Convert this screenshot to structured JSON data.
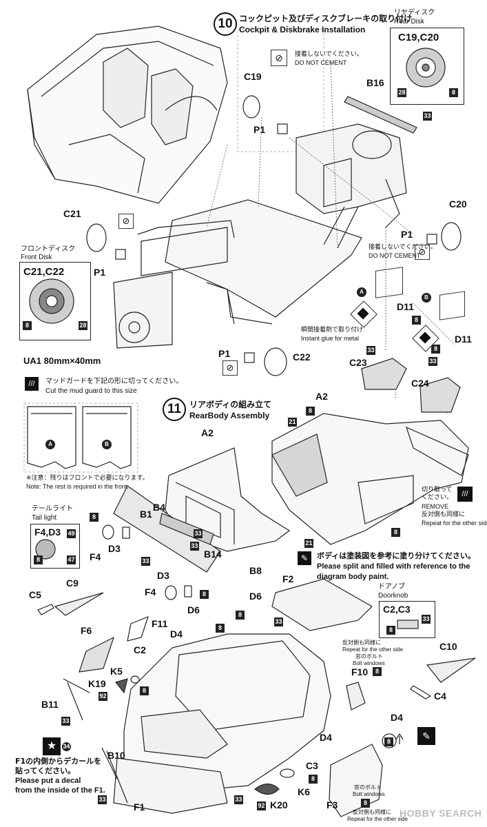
{
  "step10": {
    "number": "10",
    "title_jp": "コックピット及びディスクブレーキの取り付け",
    "title_en": "Cockpit & Diskbrake Installation"
  },
  "rear_disk": {
    "title_jp": "リヤディスク",
    "title_en": "Rear Disk",
    "parts": "C19,C20",
    "color_a": "28",
    "color_b": "8"
  },
  "front_disk": {
    "title_jp": "フロントディスク",
    "title_en": "Front Disk",
    "parts": "C21,C22",
    "color_a": "8",
    "color_b": "28"
  },
  "do_not_cement_jp": "接着しないでください。",
  "do_not_cement_en": "DO NOT CEMENT",
  "instant_glue_jp": "瞬間接着剤で取り付け",
  "instant_glue_en": "Instant glue for metal",
  "parts": {
    "b16": "B16",
    "c19": "C19",
    "p1": "P1",
    "c20": "C20",
    "c21": "C21",
    "c22": "C22",
    "d11": "D11",
    "c23": "C23",
    "c24": "C24",
    "a2": "A2",
    "b1": "B1",
    "b4": "B4",
    "b14": "B14",
    "b8": "B8",
    "d3": "D3",
    "f4": "F4",
    "c5": "C5",
    "c9": "C9",
    "f6": "F6",
    "f11": "F11",
    "d6": "D6",
    "d4": "D4",
    "c2": "C2",
    "k5": "K5",
    "k19": "K19",
    "b11": "B11",
    "b10": "B10",
    "f1": "F1",
    "k20": "K20",
    "k6": "K6",
    "c3": "C3",
    "f3": "F3",
    "f2": "F2",
    "f10": "F10",
    "c4": "C4",
    "c10": "C10"
  },
  "colors": {
    "c8": "8",
    "c33": "33",
    "c21": "21",
    "c92": "92",
    "c34": "34",
    "c49": "49",
    "c47": "47",
    "c28": "28"
  },
  "ua1": {
    "title": "UA1  80mm×40mm",
    "instr_jp": "マッドガードを下記の形に切ってください。",
    "instr_en": "Cut the mud guard to this size",
    "note_jp": "※注意：残りはフロントで必要になります。",
    "note_en": "Note: The rest is required in the front.",
    "a": "A",
    "b": "B"
  },
  "tail_light": {
    "title_jp": "テールライト",
    "title_en": "Tail light",
    "parts": "F4,D3"
  },
  "step11": {
    "number": "11",
    "title_jp": "リアボディの組み立て",
    "title_en": "RearBody Assembly"
  },
  "remove": {
    "jp": "切り取って\nください。",
    "en": "REMOVE",
    "repeat_jp": "反対側も同様に",
    "repeat_en": "Repeat for the other side"
  },
  "body_paint": {
    "jp": "ボディは塗装図を参考に塗り分けてください。",
    "en1": "Please split and filled with reference to the",
    "en2": "diagram body paint."
  },
  "doorknob": {
    "title_jp": "ドアノブ",
    "title_en": "Doorknob",
    "parts": "C2,C3"
  },
  "repeat_other": {
    "jp": "反対側も同様に",
    "en": "Repeat for the other side"
  },
  "bolt_windows": {
    "jp": "窓のボルト",
    "en": "Bolt windows"
  },
  "decal_note": {
    "jp1": "F1の内側からデカールを",
    "jp2": "貼ってください。",
    "en1": "Please put a decal",
    "en2": "from the inside of the F1."
  },
  "watermark": "HOBBY SEARCH"
}
